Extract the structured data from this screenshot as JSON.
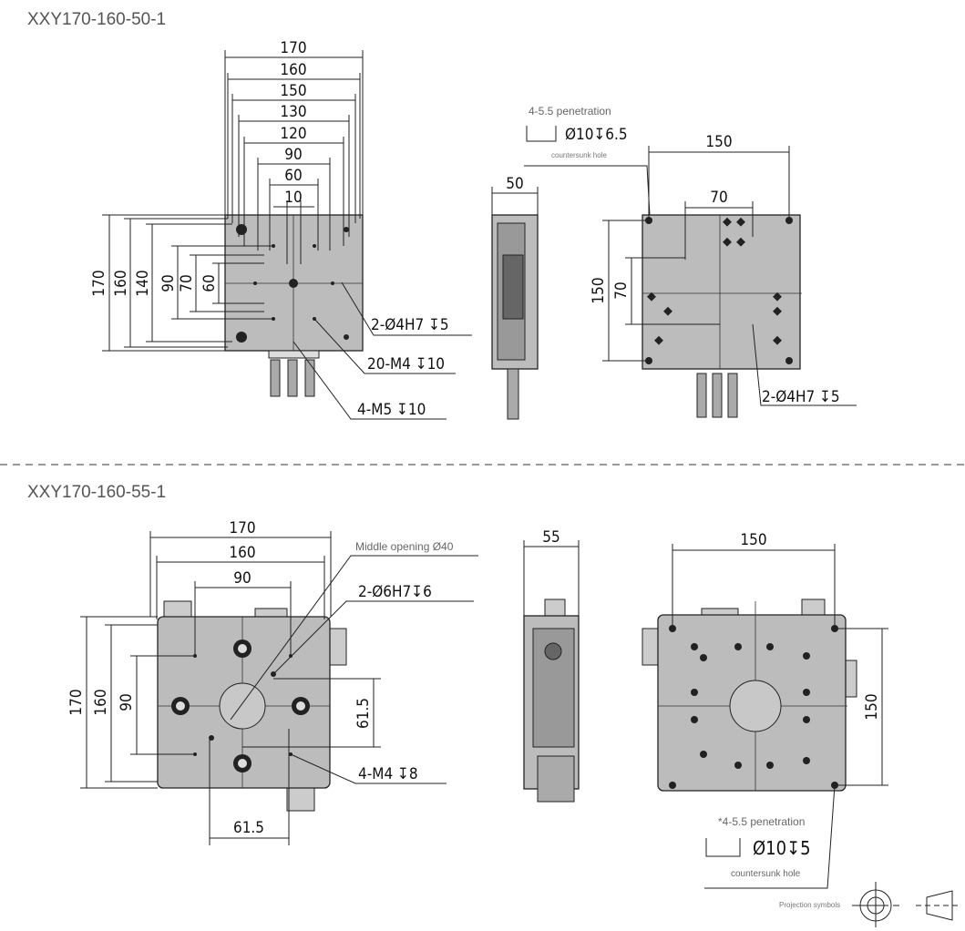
{
  "sections": [
    {
      "title": "XXY170-160-50-1",
      "front_dims_top": [
        "170",
        "160",
        "150",
        "130",
        "120",
        "90",
        "60",
        "10"
      ],
      "front_dims_left": [
        "170",
        "160",
        "140",
        "90",
        "70",
        "60"
      ],
      "callouts": [
        "2-Ø4H7 ↧5",
        "20-M4 ↧10",
        "4-M5 ↧10"
      ],
      "side_dim": "50",
      "note_title": "4-5.5 penetration",
      "note_spec": "Ø10↧6.5",
      "note_caption": "countersunk hole",
      "rear_dims": [
        "150",
        "70",
        "150",
        "70"
      ],
      "rear_callout": "2-Ø4H7 ↧5"
    },
    {
      "title": "XXY170-160-55-1",
      "front_dims_top": [
        "170",
        "160",
        "90"
      ],
      "front_dims_left": [
        "170",
        "160",
        "90"
      ],
      "middle_opening": "Middle opening Ø40",
      "callouts": [
        "2-Ø6H7↧6",
        "61.5",
        "4-M4 ↧8",
        "61.5"
      ],
      "side_dim": "55",
      "rear_dims": [
        "150",
        "150"
      ],
      "note_title": "*4-5.5 penetration",
      "note_spec": "Ø10↧5",
      "note_caption": "countersunk hole",
      "projection_label": "Projection symbols"
    }
  ]
}
